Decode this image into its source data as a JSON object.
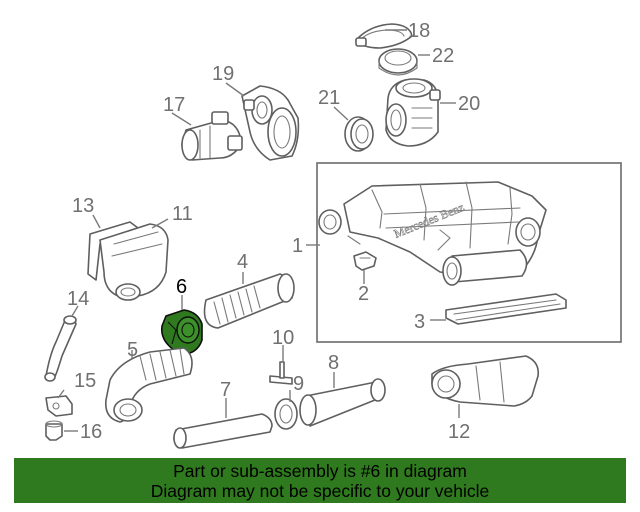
{
  "callouts": {
    "c1": "1",
    "c2": "2",
    "c3": "3",
    "c4": "4",
    "c5": "5",
    "c6": "6",
    "c7": "7",
    "c8": "8",
    "c9": "9",
    "c10": "10",
    "c11": "11",
    "c12": "12",
    "c13": "13",
    "c14": "14",
    "c15": "15",
    "c16": "16",
    "c17": "17",
    "c18": "18",
    "c19": "19",
    "c20": "20",
    "c21": "21",
    "c22": "22"
  },
  "housing_embossing": "Mercedes Benz",
  "highlight": {
    "part": "6",
    "color": "#2f7a1e"
  },
  "banner": {
    "line1": "Part or sub-assembly is #6 in diagram",
    "line2": "Diagram may not be specific to your vehicle",
    "color": "#2f7a1e"
  }
}
